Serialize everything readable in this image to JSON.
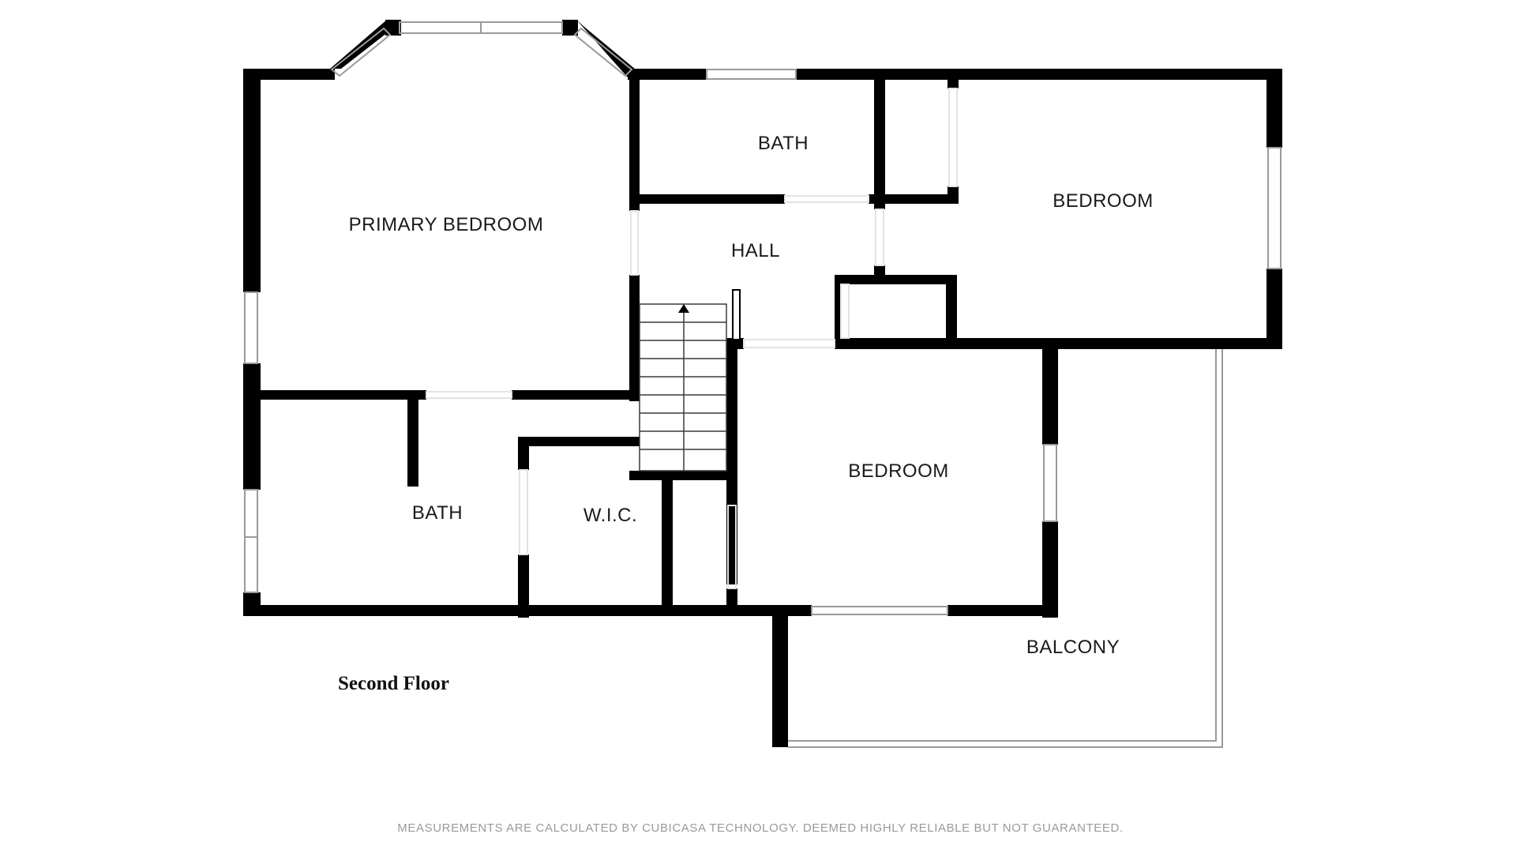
{
  "plan": {
    "floor_name": "Second Floor",
    "disclaimer": "MEASUREMENTS ARE CALCULATED BY CUBICASA TECHNOLOGY. DEEMED HIGHLY RELIABLE BUT NOT GUARANTEED.",
    "rooms": {
      "primary_bedroom": "PRIMARY BEDROOM",
      "bath_upper": "BATH",
      "bedroom_east": "BEDROOM",
      "hall": "HALL",
      "bedroom_center": "BEDROOM",
      "bath_lower": "BATH",
      "wic": "W.I.C.",
      "balcony": "BALCONY"
    },
    "stairs": {
      "direction": "up",
      "icon": "up-arrow-icon"
    },
    "colors": {
      "wall": "#000000",
      "window": "#9a9a9a",
      "balcony_rail": "#9a9a9a",
      "label": "#1a1a1a",
      "disclaimer": "#9a9a9a"
    }
  }
}
